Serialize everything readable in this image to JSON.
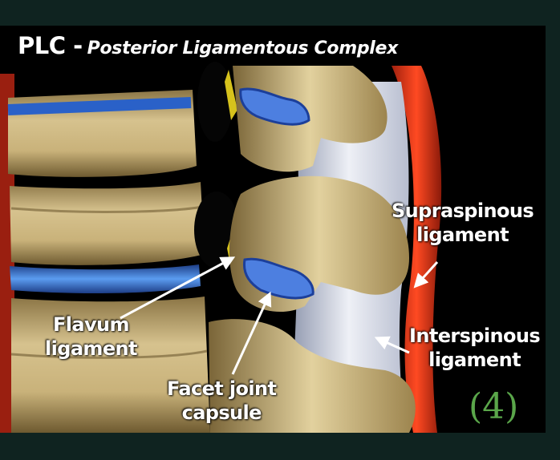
{
  "title": {
    "abbr": "PLC -",
    "full": "Posterior Ligamentous Complex"
  },
  "labels": {
    "flavum": [
      "Flavum",
      "ligament"
    ],
    "facet": [
      "Facet joint",
      "capsule"
    ],
    "supraspinous": [
      "Supraspinous",
      "ligament"
    ],
    "interspinous": [
      "Interspinous",
      "ligament"
    ]
  },
  "number": "(4)",
  "colors": {
    "background": "#0f2320",
    "bone": "#d9c48e",
    "disc": "#3f7fd8",
    "ligament": "#d8dce8",
    "supraspinous": "#e0381c",
    "number": "#5aa64a"
  }
}
